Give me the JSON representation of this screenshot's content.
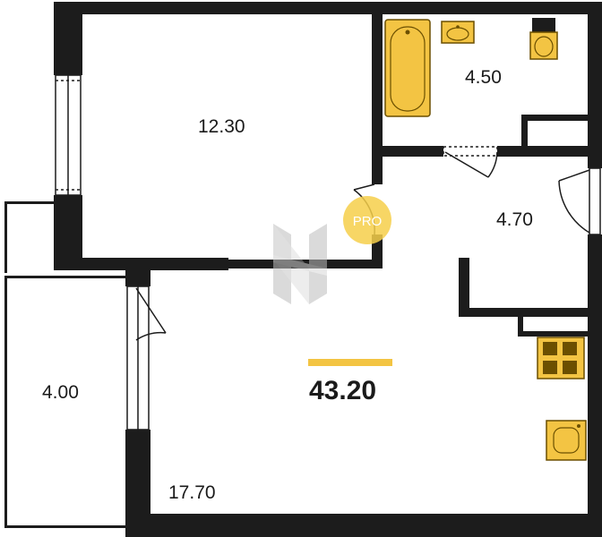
{
  "plan": {
    "total_area": "43.20",
    "rooms": {
      "bedroom": "12.30",
      "bathroom": "4.50",
      "hallway": "4.70",
      "balcony": "4.00",
      "living_kitchen": "17.70"
    },
    "brand_mark": "PRO",
    "colors": {
      "wall": "#1c1c1c",
      "fixture": "#f3c443",
      "fixture_outline": "#6b4f00",
      "badge": "#f6cf4a",
      "watermark": "#cccccc"
    },
    "icons": [
      "bathtub-icon",
      "sink-icon",
      "toilet-icon",
      "stove-icon",
      "kitchen-sink-icon"
    ]
  }
}
